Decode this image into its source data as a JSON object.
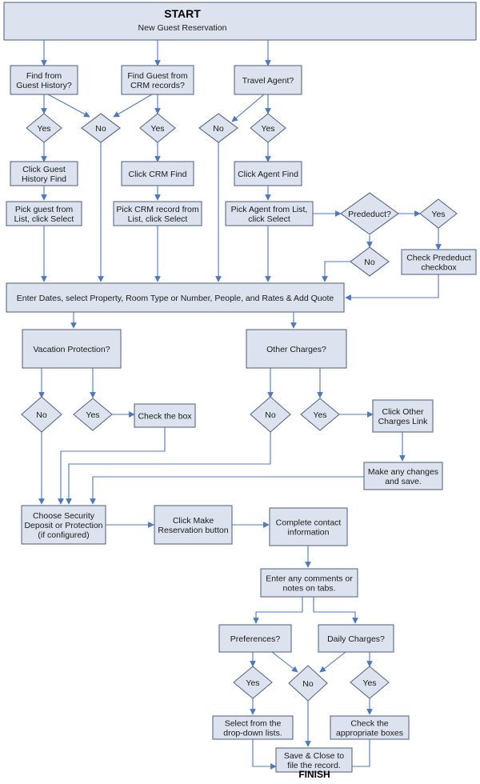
{
  "style": {
    "box_fill": "#dde3ee",
    "box_stroke": "#5a6a85",
    "arrow_color": "#4a78c2"
  },
  "start": {
    "title": "START",
    "subtitle": "New Guest Reservation"
  },
  "nodes": {
    "guest_history_q": [
      "Find from",
      "Guest History?"
    ],
    "crm_q": [
      "Find Guest from",
      "CRM records?"
    ],
    "agent_q": [
      "Travel Agent?"
    ],
    "yes1": [
      "Yes"
    ],
    "no1": [
      "No"
    ],
    "yes2": [
      "Yes"
    ],
    "no2": [
      "No"
    ],
    "yes3": [
      "Yes"
    ],
    "history_find": [
      "Click Guest",
      "History Find"
    ],
    "crm_find": [
      "Click CRM Find"
    ],
    "agent_find": [
      "Click Agent Find"
    ],
    "pick_guest": [
      "Pick guest from",
      "List, click Select"
    ],
    "pick_crm": [
      "Pick CRM record from",
      "List, click Select"
    ],
    "pick_agent": [
      "Pick Agent from List,",
      "click Select"
    ],
    "prededuct_q": [
      "Prededuct?"
    ],
    "yes_pre": [
      "Yes"
    ],
    "no_pre": [
      "No"
    ],
    "check_prededuct": [
      "Check Prededuct",
      "checkbox"
    ],
    "enter_dates": [
      "Enter Dates, select Property, Room Type or Number, People, and Rates & Add Quote"
    ],
    "vacation_q": [
      "Vacation Protection?"
    ],
    "other_q": [
      "Other Charges?"
    ],
    "no_vac": [
      "No"
    ],
    "yes_vac": [
      "Yes"
    ],
    "check_box": [
      "Check the box"
    ],
    "no_oc": [
      "No"
    ],
    "yes_oc": [
      "Yes"
    ],
    "click_other": [
      "Click Other",
      "Charges Link"
    ],
    "make_changes": [
      "Make any changes",
      "and save."
    ],
    "security": [
      "Choose Security",
      "Deposit or Protection",
      "(if configured)"
    ],
    "make_res": [
      "Click Make",
      "Reservation button"
    ],
    "contact": [
      "Complete contact",
      "information"
    ],
    "comments": [
      "Enter any comments or",
      "notes on tabs."
    ],
    "preferences_q": [
      "Preferences?"
    ],
    "daily_q": [
      "Daily Charges?"
    ],
    "yes_pref": [
      "Yes"
    ],
    "no_final": [
      "No"
    ],
    "yes_daily": [
      "Yes"
    ],
    "select_dd": [
      "Select from the",
      "drop-down lists."
    ],
    "check_boxes": [
      "Check the",
      "appropriate boxes"
    ],
    "save_close": [
      "Save & Close to",
      "file the record."
    ]
  },
  "finish": "FINISH"
}
